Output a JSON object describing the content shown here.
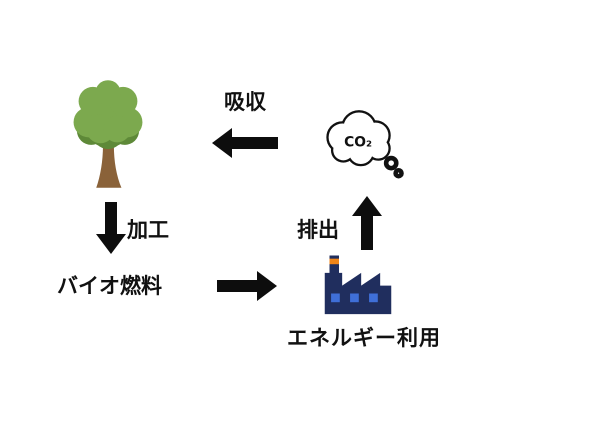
{
  "diagram": {
    "labels": {
      "absorb": "吸収",
      "process": "加工",
      "biofuel": "バイオ燃料",
      "emit": "排出",
      "energy_use": "エネルギー利用"
    },
    "co2_label": "CO₂",
    "colors": {
      "arrow": "#0d0d0d",
      "outline": "#111111",
      "text": "#111111",
      "tree_green": "#7CA94E",
      "tree_green_dark": "#5E8938",
      "tree_trunk": "#8A6239",
      "factory_body": "#202E5E",
      "factory_window": "#3F6FD8",
      "factory_stripe": "#F08518"
    }
  }
}
